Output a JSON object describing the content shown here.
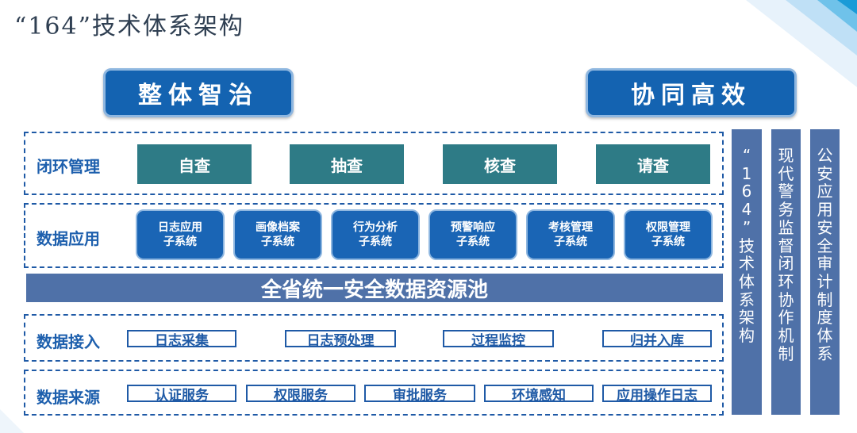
{
  "title": "“164”技术体系架构",
  "top_buttons": {
    "left": "整体智治",
    "right": "协同高效"
  },
  "rows": {
    "closed_loop": {
      "label": "闭环管理",
      "items": [
        "自查",
        "抽查",
        "核查",
        "请查"
      ]
    },
    "app": {
      "label": "数据应用",
      "items": [
        [
          "日志应用",
          "子系统"
        ],
        [
          "画像档案",
          "子系统"
        ],
        [
          "行为分析",
          "子系统"
        ],
        [
          "预警响应",
          "子系统"
        ],
        [
          "考核管理",
          "子系统"
        ],
        [
          "权限管理",
          "子系统"
        ]
      ]
    },
    "pool": "全省统一安全数据资源池",
    "access": {
      "label": "数据接入",
      "items": [
        "日志采集",
        "日志预处理",
        "过程监控",
        "归并入库"
      ]
    },
    "source": {
      "label": "数据来源",
      "items": [
        "认证服务",
        "权限服务",
        "审批服务",
        "环境感知",
        "应用操作日志"
      ]
    }
  },
  "side_columns": [
    "“164”技术体系架构",
    "现代警务监督闭环协作机制",
    "公安应用安全审计制度体系"
  ],
  "colors": {
    "primary_blue": "#1463b1",
    "teal": "#2e7b86",
    "slate_blue": "#4f71a8",
    "label_blue": "#1d5fad"
  },
  "icons": [
    "corner-stripes-decoration"
  ]
}
